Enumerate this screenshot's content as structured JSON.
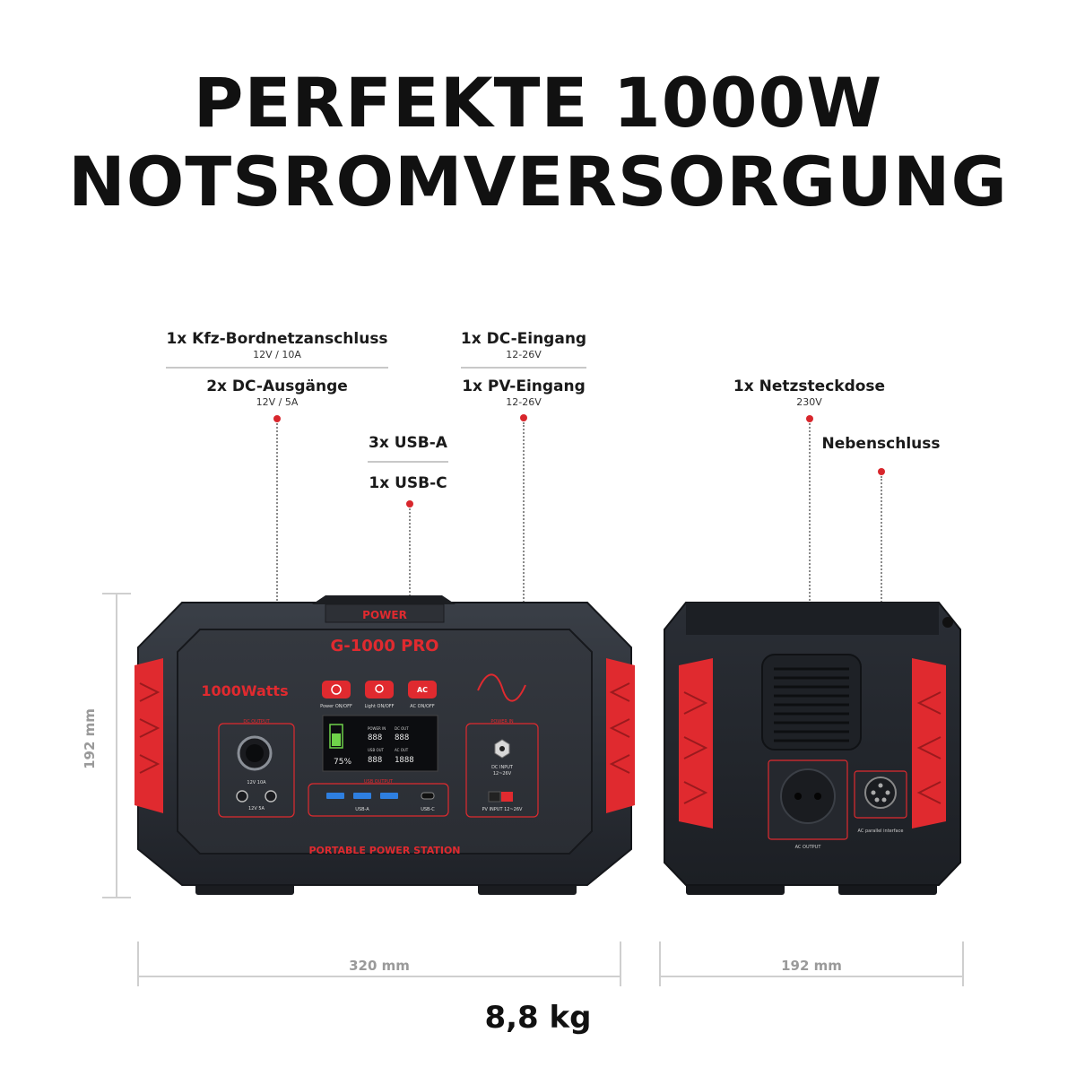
{
  "heading": {
    "line1": "PERFEKTE 1000W",
    "line2": "NOTSROMVERSORGUNG"
  },
  "labels": {
    "kfz": {
      "title": "1x Kfz-Bordnetzanschluss",
      "sub": "12V / 10A"
    },
    "dc_out": {
      "title": "2x DC-Ausgänge",
      "sub": "12V / 5A"
    },
    "usb_a": {
      "title": "3x USB-A"
    },
    "usb_c": {
      "title": "1x USB-C"
    },
    "dc_in": {
      "title": "1x DC-Eingang",
      "sub": "12-26V"
    },
    "pv_in": {
      "title": "1x PV-Eingang",
      "sub": "12-26V"
    },
    "ac": {
      "title": "1x Netzsteckdose",
      "sub": "230V"
    },
    "parallel": {
      "title": "Nebenschluss"
    }
  },
  "dimensions": {
    "height": "192 mm",
    "width": "320 mm",
    "depth": "192 mm",
    "weight": "8,8 kg"
  },
  "device_front": {
    "brand": "POWER",
    "model": "G-1000 PRO",
    "watts": "1000Watts",
    "btn_power_label": "Power ON/OFF",
    "btn_light_label": "Light ON/OFF",
    "btn_ac": "AC",
    "btn_ac_label": "AC ON/OFF",
    "dc_out_title": "DC OUTPUT",
    "car_label": "12V 10A",
    "dc_label": "12V 5A",
    "usb_title": "USB OUTPUT",
    "usb_a_label": "USB-A",
    "usb_c_label": "USB-C",
    "dc_in_title": "POWER IN",
    "dc_in_label1": "DC INPUT",
    "dc_in_label2": "12~26V",
    "pv_label": "PV INPUT 12~26V",
    "screen_percent": "75%",
    "screen_power_in": "POWER IN",
    "screen_dc_out": "DC OUT",
    "screen_usb_out": "USB OUT",
    "screen_ac_out": "AC OUT",
    "screen_digits": "888",
    "screen_digits_w": "1888",
    "footer": "PORTABLE POWER STATION"
  },
  "device_side": {
    "ac_label": "AC OUTPUT",
    "parallel_label": "AC parallel interface"
  },
  "colors": {
    "accent": "#d8262c",
    "body": "#2b2f36",
    "body_dark": "#1d2026"
  }
}
